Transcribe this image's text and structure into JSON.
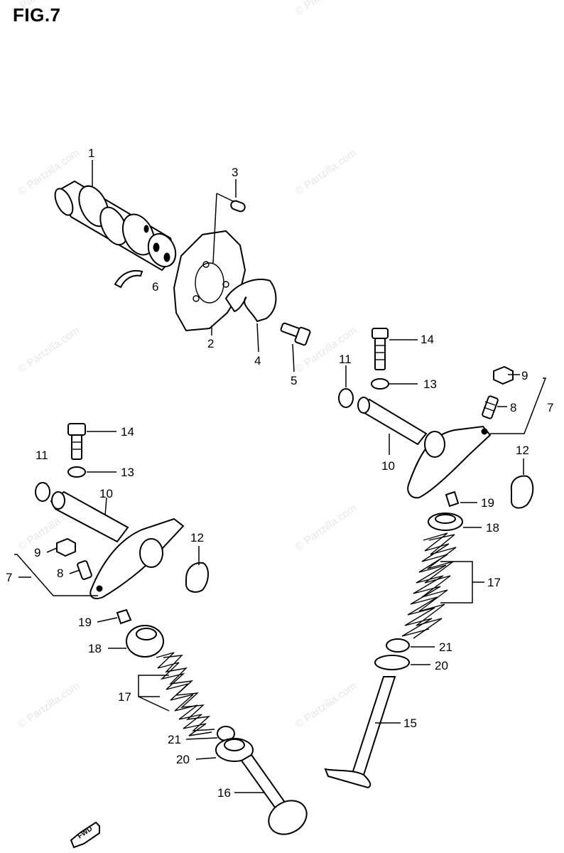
{
  "figure": {
    "title": "FIG.7"
  },
  "watermark": {
    "text": "© Partzilla.com"
  },
  "fwd_badge": {
    "text": "FWD"
  },
  "callouts": [
    {
      "id": "c1",
      "text": "1"
    },
    {
      "id": "c2",
      "text": "2"
    },
    {
      "id": "c3",
      "text": "3"
    },
    {
      "id": "c4",
      "text": "4"
    },
    {
      "id": "c5",
      "text": "5"
    },
    {
      "id": "c6",
      "text": "6"
    },
    {
      "id": "c7r",
      "text": "7"
    },
    {
      "id": "c8r",
      "text": "8"
    },
    {
      "id": "c9r",
      "text": "9"
    },
    {
      "id": "c10r",
      "text": "10"
    },
    {
      "id": "c11r",
      "text": "11"
    },
    {
      "id": "c12r",
      "text": "12"
    },
    {
      "id": "c13r",
      "text": "13"
    },
    {
      "id": "c14r",
      "text": "14"
    },
    {
      "id": "c15",
      "text": "15"
    },
    {
      "id": "c16",
      "text": "16"
    },
    {
      "id": "c17r",
      "text": "17"
    },
    {
      "id": "c18r",
      "text": "18"
    },
    {
      "id": "c19r",
      "text": "19"
    },
    {
      "id": "c20r",
      "text": "20"
    },
    {
      "id": "c21r",
      "text": "21"
    },
    {
      "id": "c7l",
      "text": "7"
    },
    {
      "id": "c8l",
      "text": "8"
    },
    {
      "id": "c9l",
      "text": "9"
    },
    {
      "id": "c10l",
      "text": "10"
    },
    {
      "id": "c11l",
      "text": "11"
    },
    {
      "id": "c12l",
      "text": "12"
    },
    {
      "id": "c13l",
      "text": "13"
    },
    {
      "id": "c14l",
      "text": "14"
    },
    {
      "id": "c17l",
      "text": "17"
    },
    {
      "id": "c18l",
      "text": "18"
    },
    {
      "id": "c19l",
      "text": "19"
    },
    {
      "id": "c20l",
      "text": "20"
    },
    {
      "id": "c21l",
      "text": "21"
    }
  ]
}
